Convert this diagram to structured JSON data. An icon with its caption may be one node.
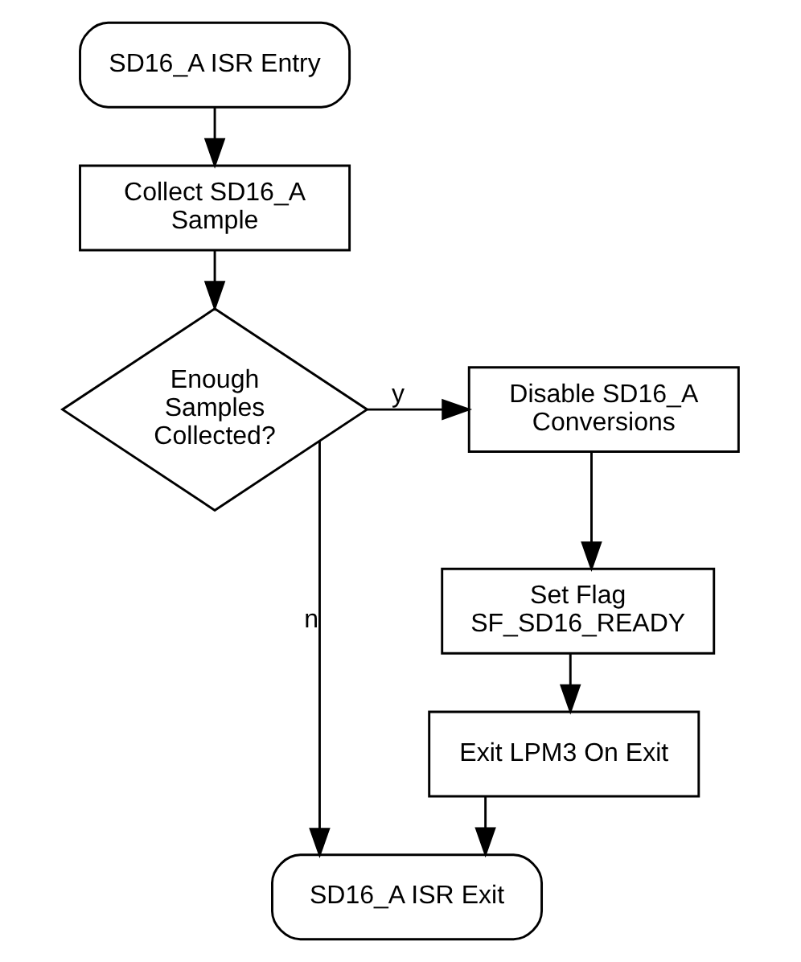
{
  "diagram": {
    "nodes": [
      {
        "text": [
          "SD16_A ISR Entry"
        ]
      },
      {
        "text": [
          "Collect SD16_A Sample"
        ]
      },
      {
        "text": [
          "Enough Samples Collected?"
        ]
      },
      {
        "text": [
          "Disable SD16_A Conversions"
        ]
      },
      {
        "text": [
          "Set Flag SF_SD16_READY"
        ]
      },
      {
        "text": [
          "Exit LPM3 On Exit"
        ]
      },
      {
        "text": [
          "SD16_A ISR Exit"
        ]
      }
    ],
    "edges": [
      {
        "from": 0,
        "to": 1,
        "arrow": "to"
      },
      {
        "from": 1,
        "to": 2,
        "arrow": "to"
      },
      {
        "from": 2,
        "to": 3,
        "arrow": "to",
        "label": "y"
      },
      {
        "from": 3,
        "to": 4,
        "arrow": "to"
      },
      {
        "from": 4,
        "to": 5,
        "arrow": "to"
      },
      {
        "from": 2,
        "to": 6,
        "arrow": "to",
        "label": "n"
      },
      {
        "from": 5,
        "to": 6,
        "arrow": "to"
      }
    ]
  }
}
